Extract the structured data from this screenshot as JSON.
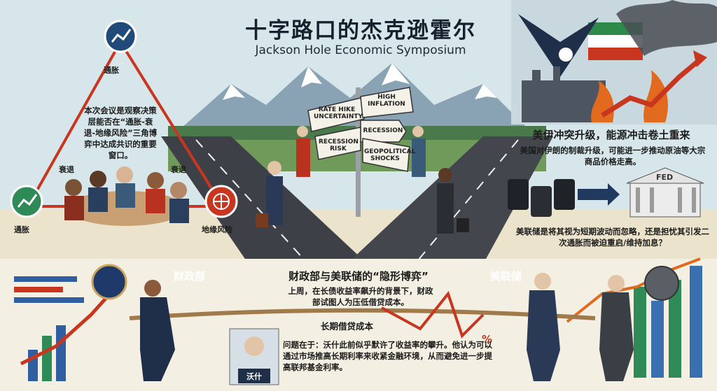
{
  "title": "十字路口的杰克逊霍尔",
  "subtitle": "Jackson Hole Economic Symposium",
  "triangle": {
    "top_label": "通胀",
    "left_label": "衰退",
    "right_label": "衰退",
    "bottom_left_label": "通胀",
    "bottom_right_label": "地缘风险",
    "intro_text": "本次会议是观察决策层能否在“通胀-衰退-地缘风险”三角博弈中达成共识的重要窗口。"
  },
  "signpost": {
    "sign1": "RATE HIKE UNCERTAINTY",
    "sign2": "HIGH INFLATION",
    "sign3": "RECESSION",
    "sign4": "RECESSION RISK",
    "sign5": "GEOPOLITICAL SHOCKS"
  },
  "conflict": {
    "heading": "美伊冲突升级，能源冲击卷土重来",
    "text": "美国对伊朗的制裁升级，可能进一步推动原油等大宗商品价格走高。",
    "fed_sign": "FED",
    "question": "美联储是将其视为短期波动而忽略，还是担忧其引发二次通胀而被迫重启/维持加息？"
  },
  "tug": {
    "treasury_label": "财政部",
    "fed_label": "美联储",
    "heading": "财政部与美联储的“隐形博弈”",
    "text": "上周，在长债收益率飙升的背景下，财政部试图人为压低借贷成本。",
    "cost_label": "长期借贷成本",
    "percent_symbol": "%",
    "person_name": "沃什",
    "question_text": "问题在于：沃什此前似乎默许了收益率的攀升。他认为可以通过市场推高长期利率来收紧金融环境，从而避免进一步提高联邦基金利率。"
  },
  "colors": {
    "road": "#3d4147",
    "sky": "#cfe3ec",
    "red_accent": "#c8361f",
    "green_accent": "#2e8b57",
    "navy": "#1f2f4a"
  }
}
